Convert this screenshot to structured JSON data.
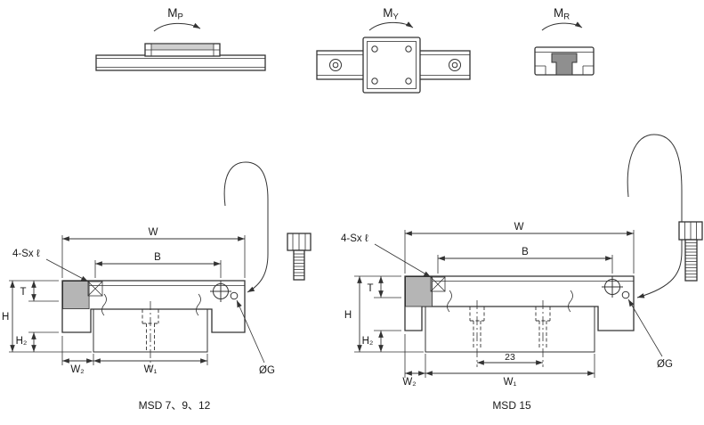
{
  "colors": {
    "line": "#333333",
    "end_cap_gray": "#b5b5b5",
    "block_gray": "#cfcfcf",
    "rail_dark": "#8f8f8f"
  },
  "moments": {
    "mp": {
      "main": "M",
      "sub": "P"
    },
    "my": {
      "main": "M",
      "sub": "Y"
    },
    "mr": {
      "main": "M",
      "sub": "R"
    }
  },
  "left": {
    "screw_callout": "4-Sx ℓ",
    "w": "W",
    "b": "B",
    "t": "T",
    "h": "H",
    "h2": "H₂",
    "w2": "W₂",
    "w1": "W₁",
    "grease": "ØG",
    "caption": "MSD 7、9、12"
  },
  "right": {
    "screw_callout": "4-Sx ℓ",
    "w": "W",
    "b": "B",
    "t": "T",
    "h": "H",
    "h2": "H₂",
    "w2": "W₂",
    "w1": "W₁",
    "spacing": "23",
    "grease": "ØG",
    "caption": "MSD 15"
  }
}
